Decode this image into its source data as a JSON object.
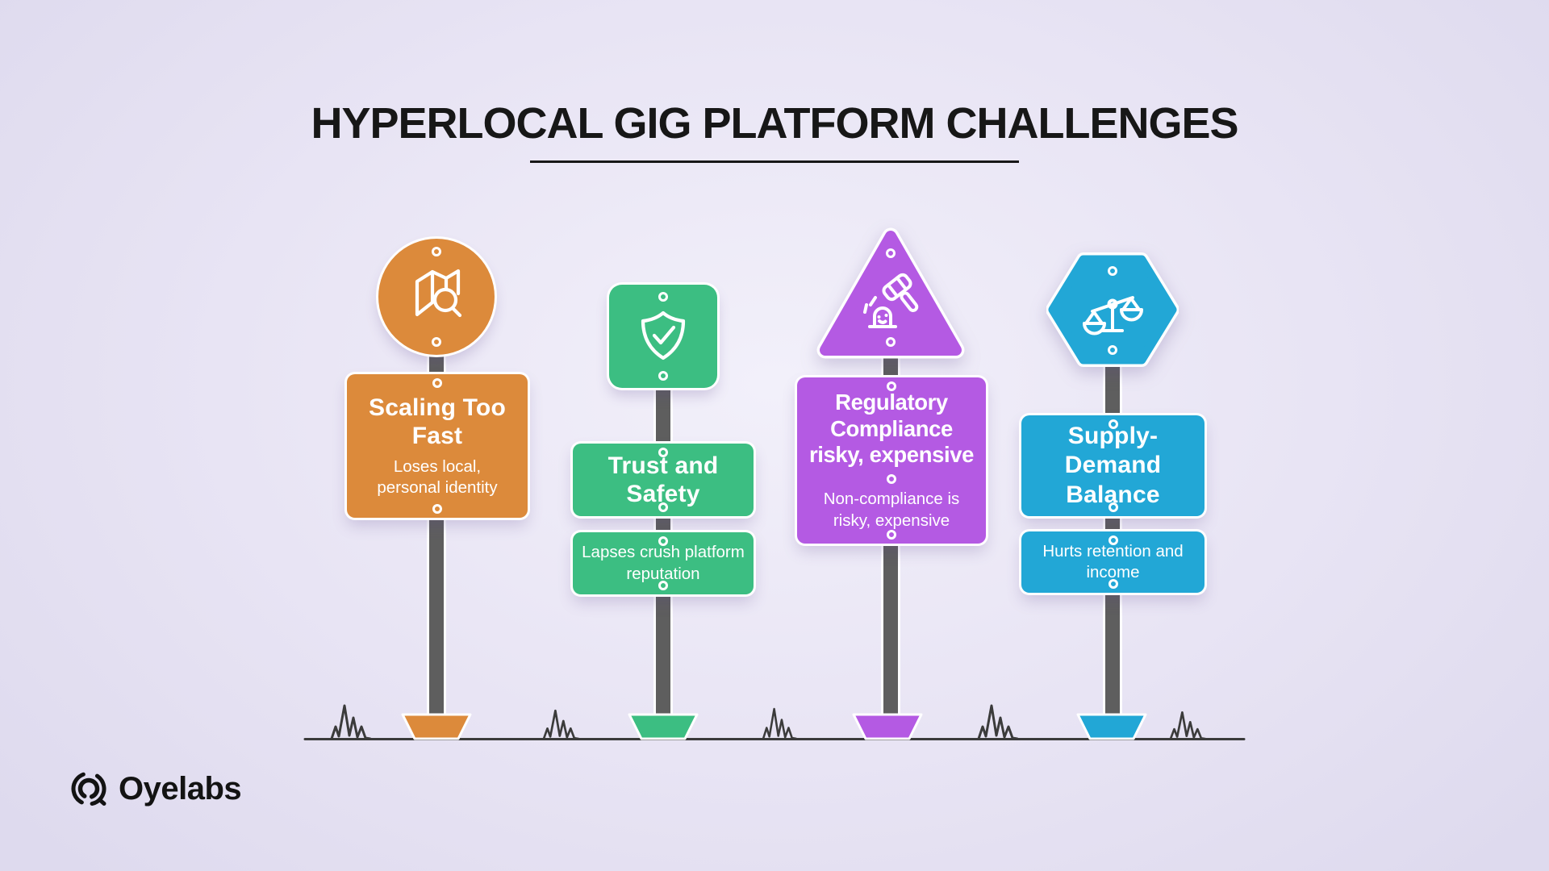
{
  "title": {
    "text": "HYPERLOCAL GIG PLATFORM CHALLENGES"
  },
  "posts": [
    {
      "id": "scaling-too-fast",
      "shape": "circle",
      "icon": "map-search-icon",
      "color": "#DC8A3B",
      "title": "Scaling Too Fast",
      "subtitle": "Loses local, personal identity"
    },
    {
      "id": "trust-and-safety",
      "shape": "rounded-square",
      "icon": "shield-check-icon",
      "color": "#3CBE82",
      "title": "Trust and Safety",
      "subtitle": "Lapses crush platform reputation"
    },
    {
      "id": "regulatory-compliance",
      "shape": "triangle",
      "icon": "gavel-icon",
      "color": "#B45AE3",
      "title": "Regulatory Compliance risky, expensive",
      "subtitle": "Non-compliance is risky, expensive"
    },
    {
      "id": "supply-demand-balance",
      "shape": "hexagon",
      "icon": "balance-scale-icon",
      "color": "#22A7D6",
      "title": "Supply-Demand Balance",
      "subtitle": "Hurts retention and income"
    }
  ],
  "logo": {
    "text": "Oyelabs"
  },
  "theme": {
    "background": "#E8E4F4",
    "pole_color": "#5E5E5E",
    "ground_color": "#3B3B3B",
    "title_color": "#171717",
    "sign_text_color": "#FFFFFF"
  }
}
